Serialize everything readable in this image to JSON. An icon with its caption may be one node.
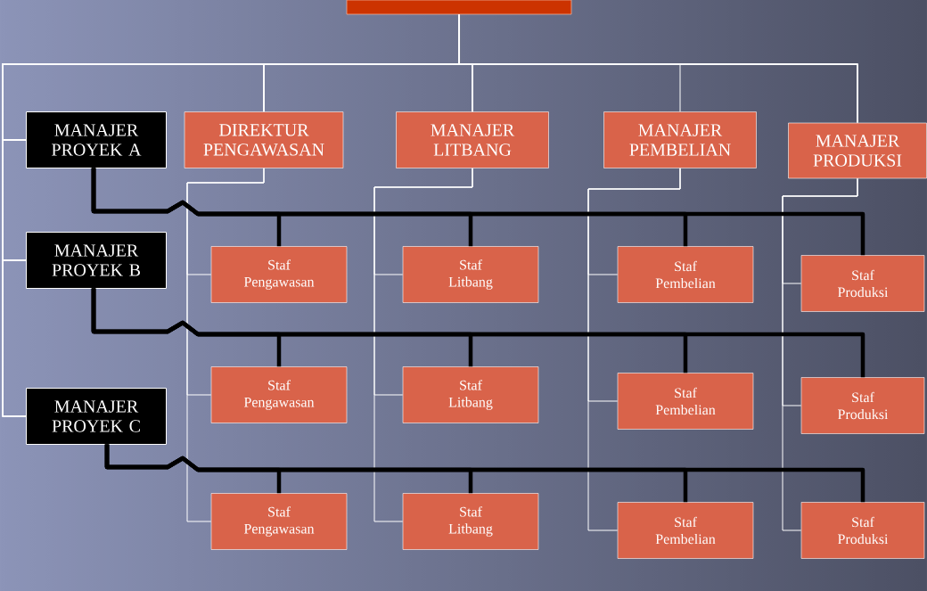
{
  "diagram": {
    "nodes": [
      {
        "text": [],
        "shape": "box"
      },
      {
        "text": [
          "MANAJER PROYEK A"
        ]
      },
      {
        "text": [
          "MANAJER PROYEK B"
        ]
      },
      {
        "text": [
          "MANAJER PROYEK C"
        ]
      },
      {
        "text": [
          "DIREKTUR PENGAWASAN"
        ]
      },
      {
        "text": [
          "MANAJER LITBANG"
        ]
      },
      {
        "text": [
          "MANAJER PEMBELIAN"
        ]
      },
      {
        "text": [
          "MANAJER PRODUKSI"
        ]
      },
      {
        "text": [
          "Staf Pengawasan"
        ]
      },
      {
        "text": [
          "Staf Litbang"
        ]
      },
      {
        "text": [
          "Staf Pembelian"
        ]
      },
      {
        "text": [
          "Staf Produksi"
        ]
      },
      {
        "text": [
          "Staf Pengawasan"
        ]
      },
      {
        "text": [
          "Staf Litbang"
        ]
      },
      {
        "text": [
          "Staf Pembelian"
        ]
      },
      {
        "text": [
          "Staf Produksi"
        ]
      },
      {
        "text": [
          "Staf Pengawasan"
        ]
      },
      {
        "text": [
          "Staf Litbang"
        ]
      },
      {
        "text": [
          "Staf Pembelian"
        ]
      },
      {
        "text": [
          "Staf Produksi"
        ]
      }
    ],
    "edges": [
      {
        "from": 0,
        "to": 1,
        "arrow": "none"
      },
      {
        "from": 0,
        "to": 2,
        "arrow": "none"
      },
      {
        "from": 0,
        "to": 3,
        "arrow": "none"
      },
      {
        "from": 0,
        "to": 4,
        "arrow": "none"
      },
      {
        "from": 0,
        "to": 5,
        "arrow": "none"
      },
      {
        "from": 0,
        "to": 6,
        "arrow": "none"
      },
      {
        "from": 0,
        "to": 7,
        "arrow": "none"
      },
      {
        "from": 4,
        "to": 8,
        "arrow": "none"
      },
      {
        "from": 4,
        "to": 12,
        "arrow": "none"
      },
      {
        "from": 4,
        "to": 16,
        "arrow": "none"
      },
      {
        "from": 5,
        "to": 9,
        "arrow": "none"
      },
      {
        "from": 5,
        "to": 13,
        "arrow": "none"
      },
      {
        "from": 5,
        "to": 17,
        "arrow": "none"
      },
      {
        "from": 6,
        "to": 10,
        "arrow": "none"
      },
      {
        "from": 6,
        "to": 14,
        "arrow": "none"
      },
      {
        "from": 6,
        "to": 18,
        "arrow": "none"
      },
      {
        "from": 7,
        "to": 11,
        "arrow": "none"
      },
      {
        "from": 7,
        "to": 15,
        "arrow": "none"
      },
      {
        "from": 7,
        "to": 19,
        "arrow": "none"
      },
      {
        "from": 1,
        "to": 8,
        "arrow": "none",
        "style": "thick",
        "color": "#000000"
      },
      {
        "from": 1,
        "to": 9,
        "arrow": "none",
        "style": "thick",
        "color": "#000000"
      },
      {
        "from": 1,
        "to": 10,
        "arrow": "none",
        "style": "thick",
        "color": "#000000"
      },
      {
        "from": 1,
        "to": 11,
        "arrow": "none",
        "style": "thick",
        "color": "#000000"
      },
      {
        "from": 2,
        "to": 12,
        "arrow": "none",
        "style": "thick",
        "color": "#000000"
      },
      {
        "from": 2,
        "to": 13,
        "arrow": "none",
        "style": "thick",
        "color": "#000000"
      },
      {
        "from": 2,
        "to": 14,
        "arrow": "none",
        "style": "thick",
        "color": "#000000"
      },
      {
        "from": 2,
        "to": 15,
        "arrow": "none",
        "style": "thick",
        "color": "#000000"
      },
      {
        "from": 3,
        "to": 16,
        "arrow": "none",
        "style": "thick",
        "color": "#000000"
      },
      {
        "from": 3,
        "to": 17,
        "arrow": "none",
        "style": "thick",
        "color": "#000000"
      },
      {
        "from": 3,
        "to": 18,
        "arrow": "none",
        "style": "thick",
        "color": "#000000"
      },
      {
        "from": 3,
        "to": 19,
        "arrow": "none",
        "style": "thick",
        "color": "#000000"
      }
    ]
  }
}
